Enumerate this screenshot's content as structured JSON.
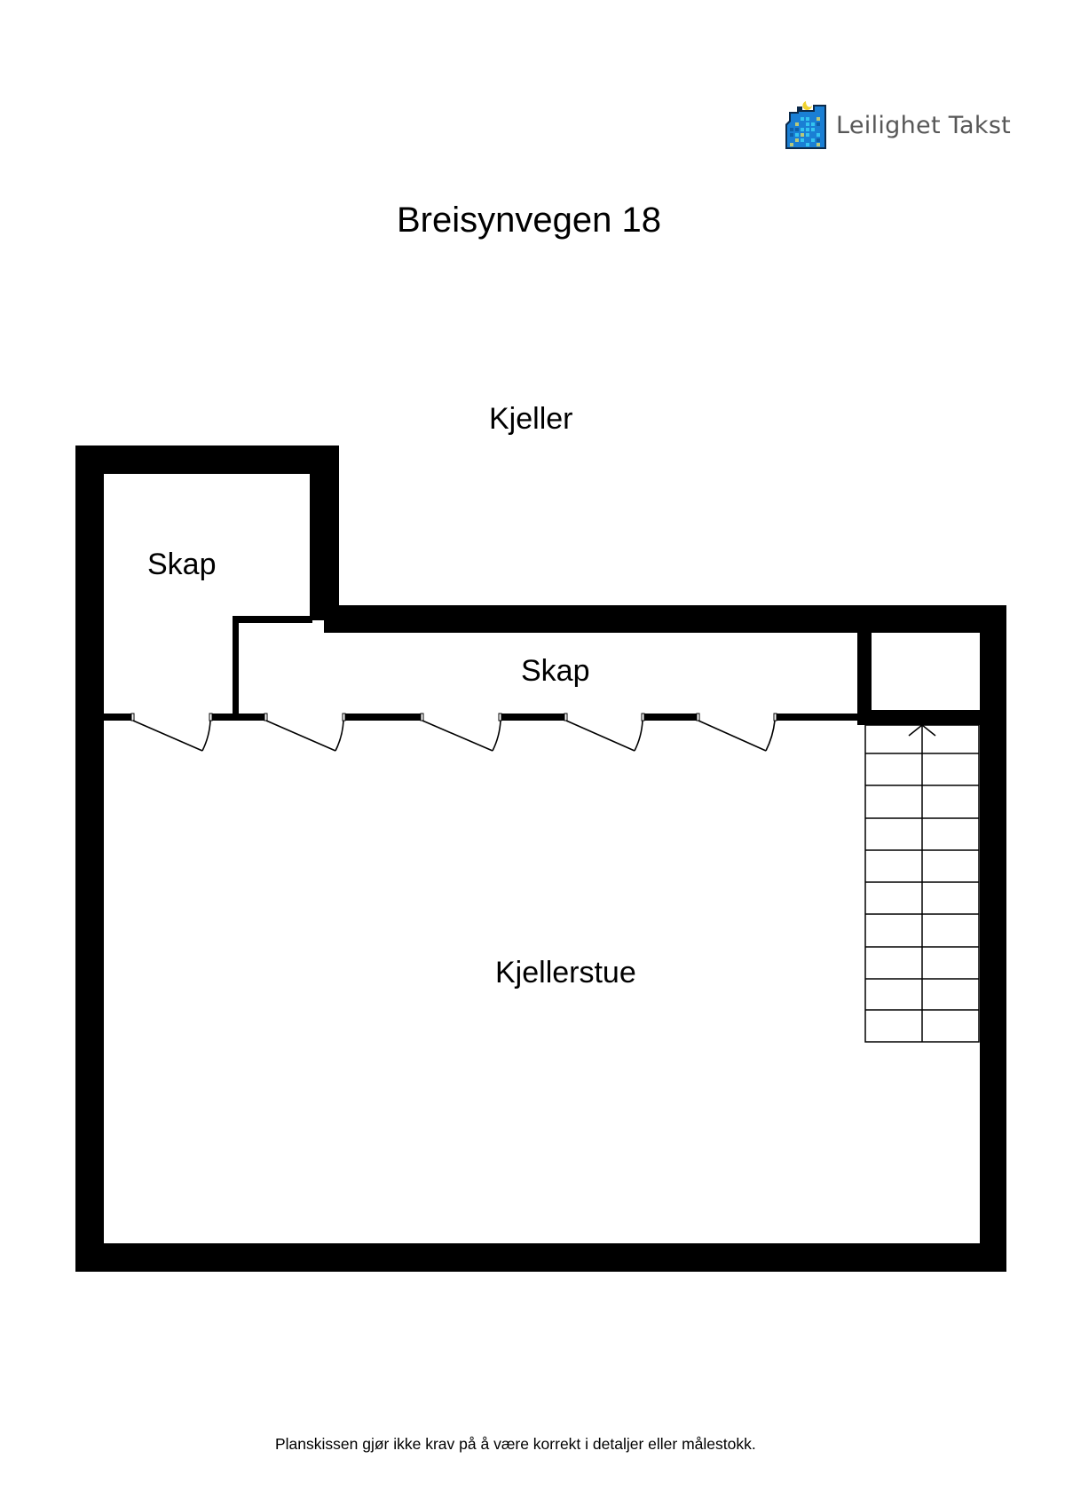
{
  "header": {
    "logo": {
      "icon": "building-logo-icon",
      "text": "Leilighet Takst",
      "colors": {
        "building": "#1a7fd4",
        "window": "#34c4f0",
        "lit_window": "#b9c97a",
        "moon": "#f0d230",
        "text": "#575757"
      }
    },
    "title": "Breisynvegen 18"
  },
  "floor": {
    "name": "Kjeller",
    "rooms": [
      {
        "label": "Skap"
      },
      {
        "label": "Skap"
      },
      {
        "label": "Kjellerstue"
      }
    ],
    "features": {
      "doors": 5,
      "stair_steps": 10,
      "stair_direction": "up"
    }
  },
  "footer": {
    "disclaimer": "Planskissen gjør ikke krav på å være korrekt i detaljer eller målestokk."
  }
}
